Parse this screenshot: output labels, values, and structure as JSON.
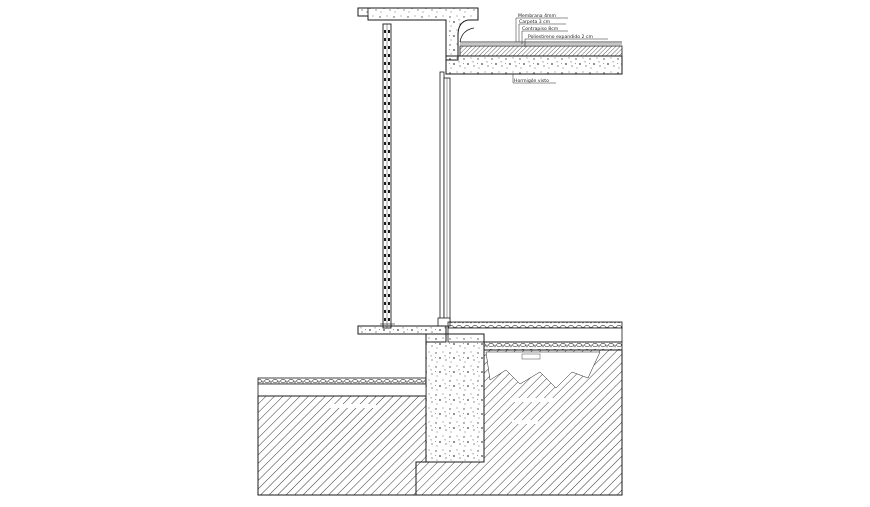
{
  "annotations": {
    "layer_1": "Membrana 4mm",
    "layer_2": "Carpeta 3 cm",
    "layer_3": "Contrapiso 8cm",
    "layer_4": "Poliestireno expandido 2 cm",
    "slab": "Hormigón visto"
  },
  "colors": {
    "line": "#1a1a1a",
    "hatch": "#3a3a3a",
    "concrete_speckle": "#555555",
    "background": "#ffffff"
  }
}
